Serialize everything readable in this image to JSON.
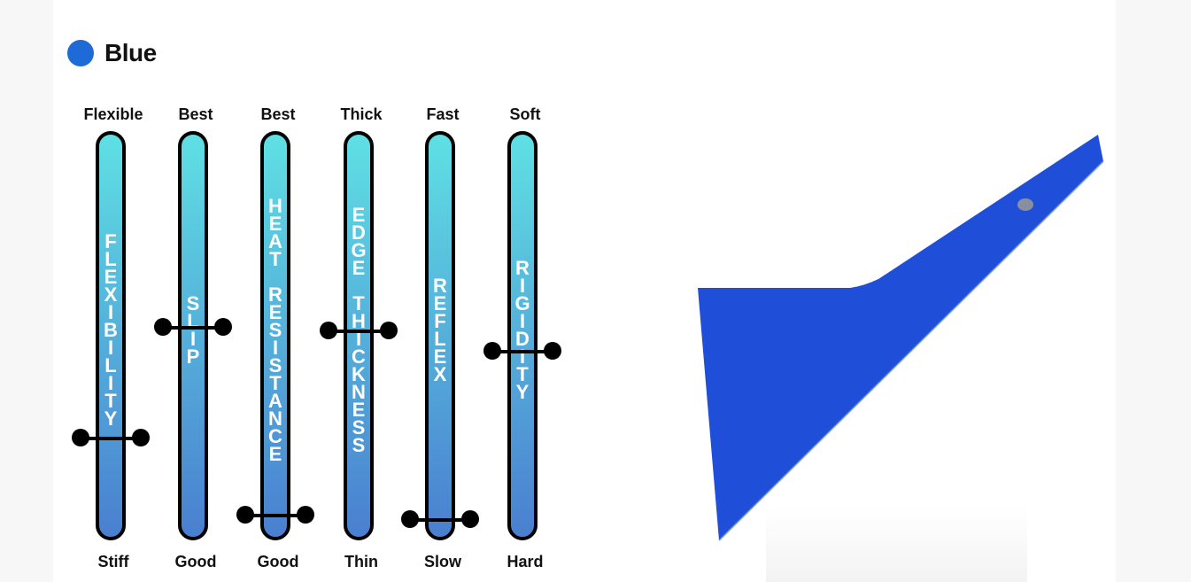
{
  "header": {
    "swatch_color": "#1e6ad6",
    "title": "Blue"
  },
  "gradient": {
    "top": "#5fe0e4",
    "bottom": "#4a7fd0"
  },
  "gauges": [
    {
      "top_label": "Flexible",
      "bottom_label": "Stiff",
      "text": "FLEXIBILITY",
      "level": 0.25
    },
    {
      "top_label": "Best",
      "bottom_label": "Good",
      "text": "SLIP",
      "level": 0.52
    },
    {
      "top_label": "Best",
      "bottom_label": "Good",
      "text": "HEAT RESISTANCE",
      "level": 0.06
    },
    {
      "top_label": "Thick",
      "bottom_label": "Thin",
      "text": "EDGE THICKNESS",
      "level": 0.51
    },
    {
      "top_label": "Fast",
      "bottom_label": "Slow",
      "text": "REFLEX",
      "level": 0.05
    },
    {
      "top_label": "Soft",
      "bottom_label": "Hard",
      "text": "RIGIDITY",
      "level": 0.46
    }
  ],
  "product": {
    "color": "#1f4fd8",
    "icon": "blue-squeegee-tool"
  }
}
